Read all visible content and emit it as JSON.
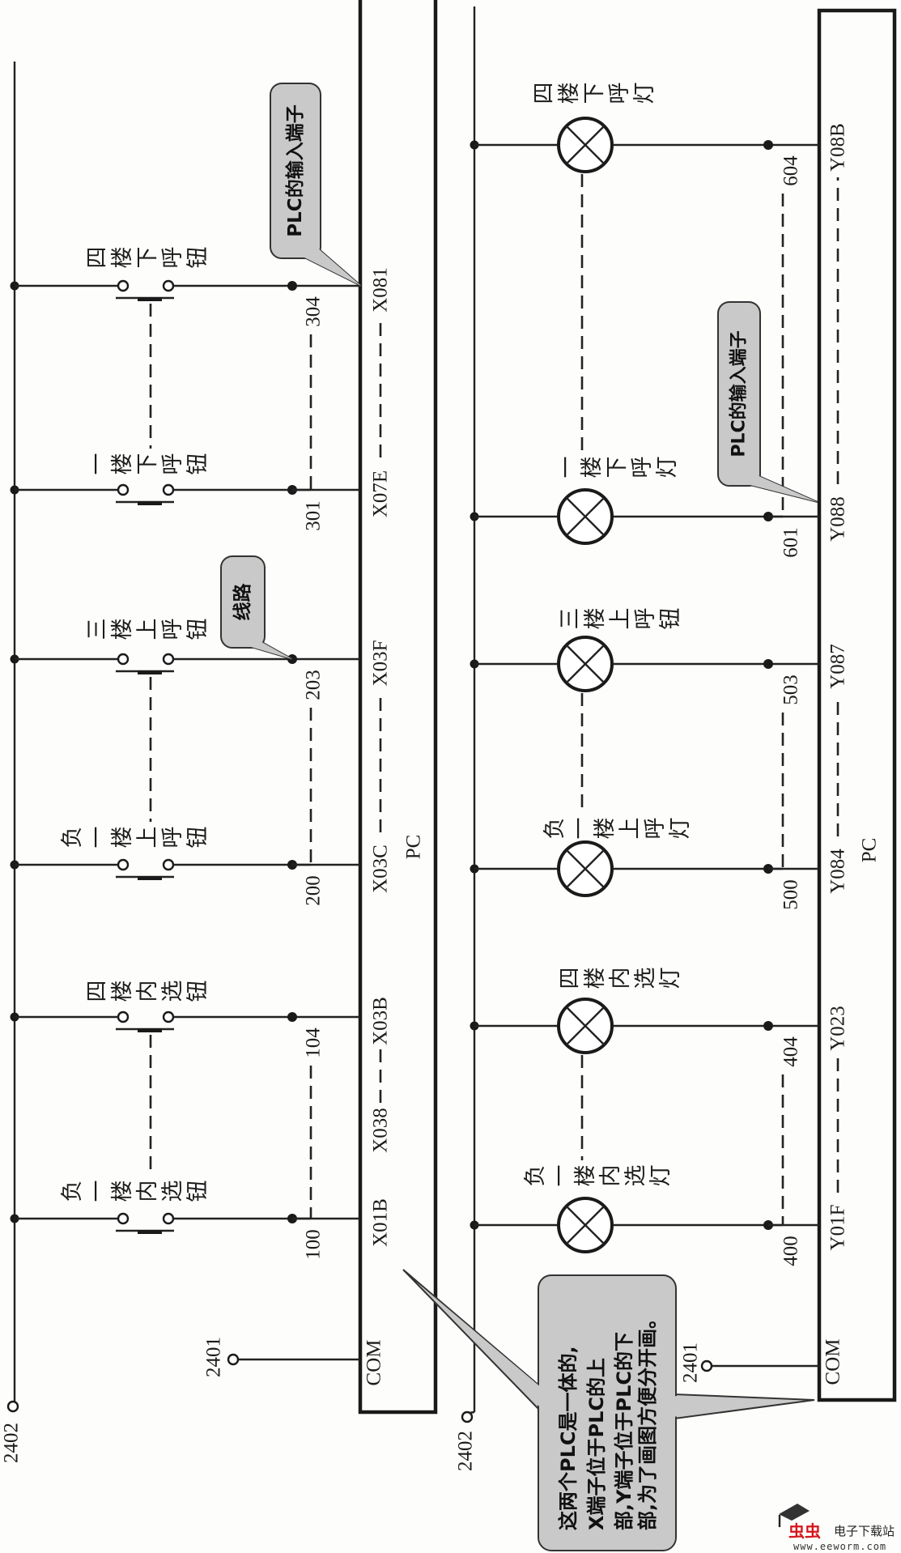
{
  "left_panel": {
    "rows": [
      {
        "label": "四楼下呼钮",
        "wire": "304",
        "terminal": "X081"
      },
      {
        "label": "一楼下呼钮",
        "wire": "301",
        "terminal": "X07E"
      },
      {
        "label": "三楼上呼钮",
        "wire": "203",
        "terminal": "X03F"
      },
      {
        "label": "负一楼上呼钮",
        "wire": "200",
        "terminal": "X03C"
      },
      {
        "label": "四楼内选钮",
        "wire": "104",
        "terminal": "X03B"
      },
      {
        "label": "负一楼内选钮",
        "wire": "100",
        "terminal": "X01B"
      }
    ],
    "extra_terminal": "X038",
    "com_label": "COM",
    "com_wire": "2401",
    "rail_wire": "2402",
    "plc_label": "PC"
  },
  "right_panel": {
    "rows": [
      {
        "label": "四楼下呼灯",
        "wire": "604",
        "terminal": "Y08B"
      },
      {
        "label": "一楼下呼灯",
        "wire": "601",
        "terminal": "Y088"
      },
      {
        "label": "三楼上呼钮",
        "wire": "503",
        "terminal": "Y087"
      },
      {
        "label": "负一楼上呼灯",
        "wire": "500",
        "terminal": "Y084"
      },
      {
        "label": "四楼内选灯",
        "wire": "404",
        "terminal": "Y023"
      },
      {
        "label": "负一楼内选灯",
        "wire": "400",
        "terminal": "Y01F"
      }
    ],
    "com_label": "COM",
    "com_wire": "2401",
    "rail_wire": "2402",
    "plc_label": "PC"
  },
  "callouts": {
    "plc_input_left": "PLC的输入端子",
    "plc_input_right": "PLC的输入端子",
    "wire_note": "线路",
    "note_lines": [
      "这两个PLC是一体的,",
      "X端子位于PLC的上",
      "部,Y端子位于PLC的下",
      "部,为了画图方便分开画。"
    ]
  },
  "watermark": {
    "brand": "虫虫",
    "site_name": "电子下载站",
    "url": "www.eeworm.com"
  },
  "colors": {
    "ink": "#1c1c1c",
    "callout_fill": "#c9c9c9",
    "watermark_red": "#d4161c"
  }
}
